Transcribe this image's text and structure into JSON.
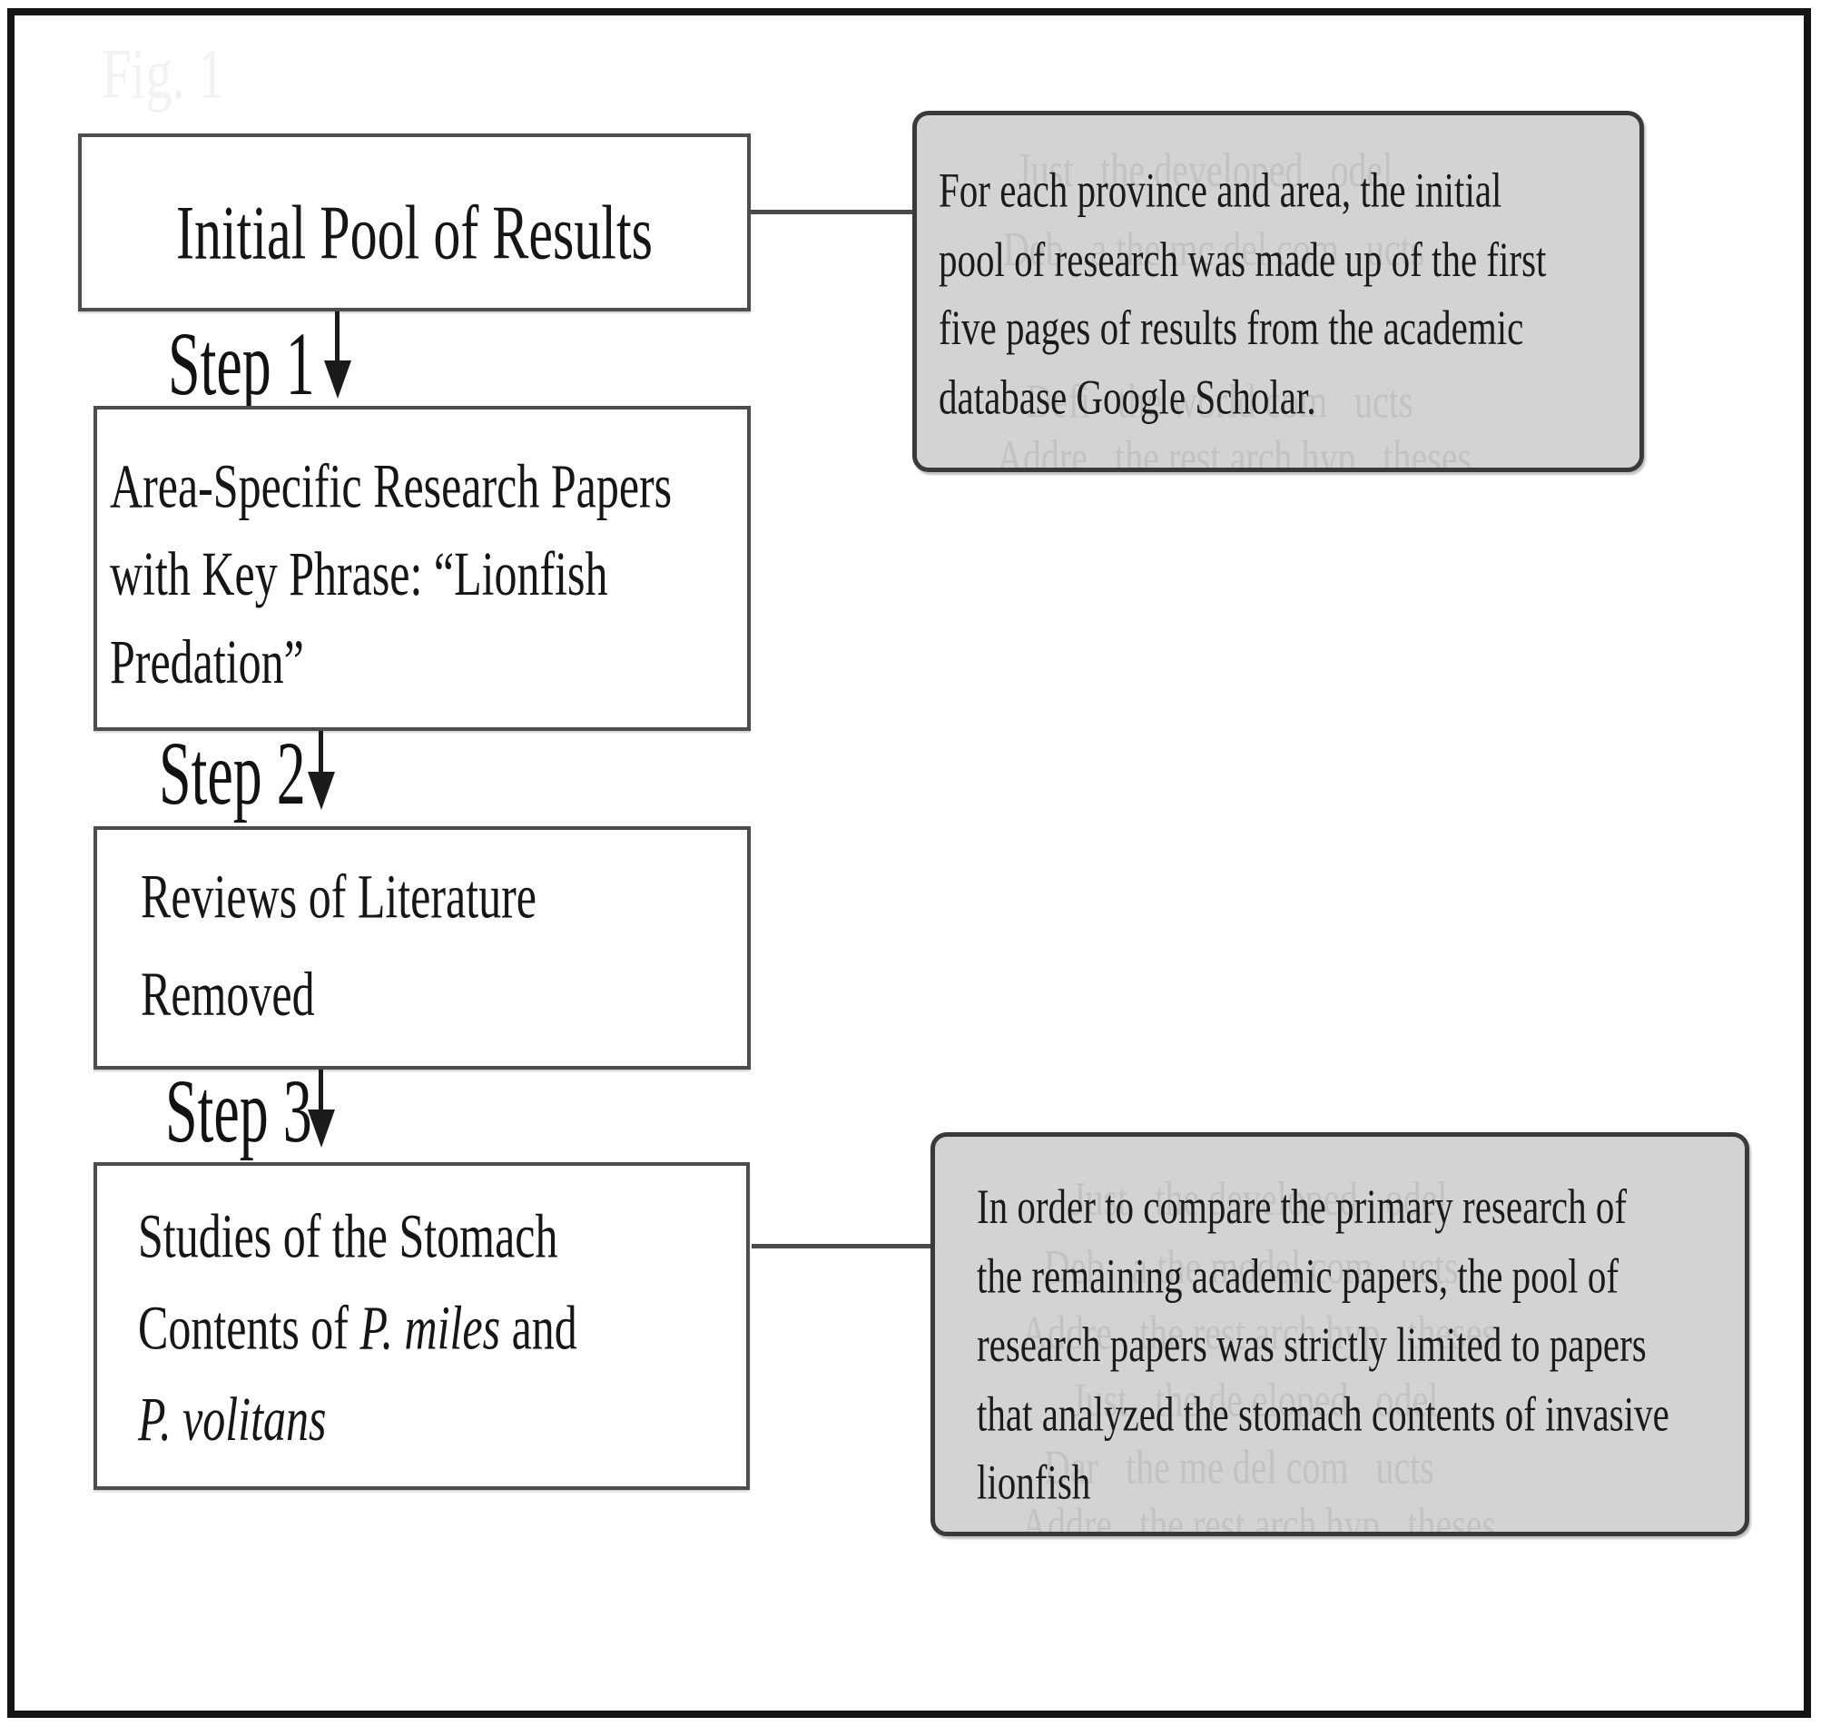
{
  "figure": {
    "label": "Fig. 1"
  },
  "colors": {
    "page_background": "#ffffff",
    "frame_border": "#141414",
    "box_border": "#4d4d4d",
    "callout_fill": "#d3d3d3",
    "callout_border": "#3a3a3a",
    "text": "#161616"
  },
  "flow": {
    "boxes": {
      "box1": {
        "name": "Initial Pool of Results",
        "lines": [
          [
            {
              "t": "Initial Pool of Results"
            }
          ]
        ]
      },
      "box2": {
        "name": "Area-Specific Research Papers",
        "lines": [
          [
            {
              "t": "Area-Specific Research Papers"
            }
          ],
          [
            {
              "t": "with Key Phrase: “Lionfish"
            }
          ],
          [
            {
              "t": "Predation”"
            }
          ]
        ]
      },
      "box3": {
        "name": "Reviews of Literature Removed",
        "lines": [
          [
            {
              "t": "Reviews of Literature"
            }
          ],
          [
            {
              "t": "Removed"
            }
          ]
        ]
      },
      "box4": {
        "name": "Studies of the Stomach Contents of P. miles and P. volitans",
        "lines": [
          [
            {
              "t": "Studies of the Stomach"
            }
          ],
          [
            {
              "t": "Contents of "
            },
            {
              "t": "P. miles",
              "i": true
            },
            {
              "t": " and"
            }
          ],
          [
            {
              "t": "P. volitans",
              "i": true
            }
          ]
        ]
      }
    },
    "steps": [
      {
        "label": "Step 1"
      },
      {
        "label": "Step 2"
      },
      {
        "label": "Step 3"
      }
    ]
  },
  "callouts": {
    "top": {
      "text": "For each province and area, the initial pool of research was made up of the first five pages of results from the academic database Google Scholar.",
      "lines": [
        "For each province and area, the initial",
        "pool of research was made up of the first",
        "five pages of results from the academic",
        "database Google Scholar."
      ],
      "ghost_lines": [
        "Just   the developed   odel",
        "Deb   a the mc del com   ucts",
        "Defi   the world com   ucts",
        "Addre   the rest arch hyp   theses"
      ]
    },
    "bottom": {
      "text": "In order to compare the primary research of the remaining academic papers, the pool of research papers was strictly limited to papers that analyzed the stomach contents of invasive lionfish",
      "lines": [
        "In order to compare the primary research of",
        "the remaining academic papers, the pool of",
        "research papers was strictly limited to papers",
        "that analyzed the stomach contents of invasive",
        "lionfish"
      ],
      "ghost_lines": [
        "Just   the developed   odel",
        "Deb   a the model com   ucts",
        "Addre   the rest arch hyp   theses",
        "Just   the de eloped   odel",
        "Dar   the me del com   ucts",
        "Addre   the rest arch hyp   theses"
      ]
    }
  }
}
